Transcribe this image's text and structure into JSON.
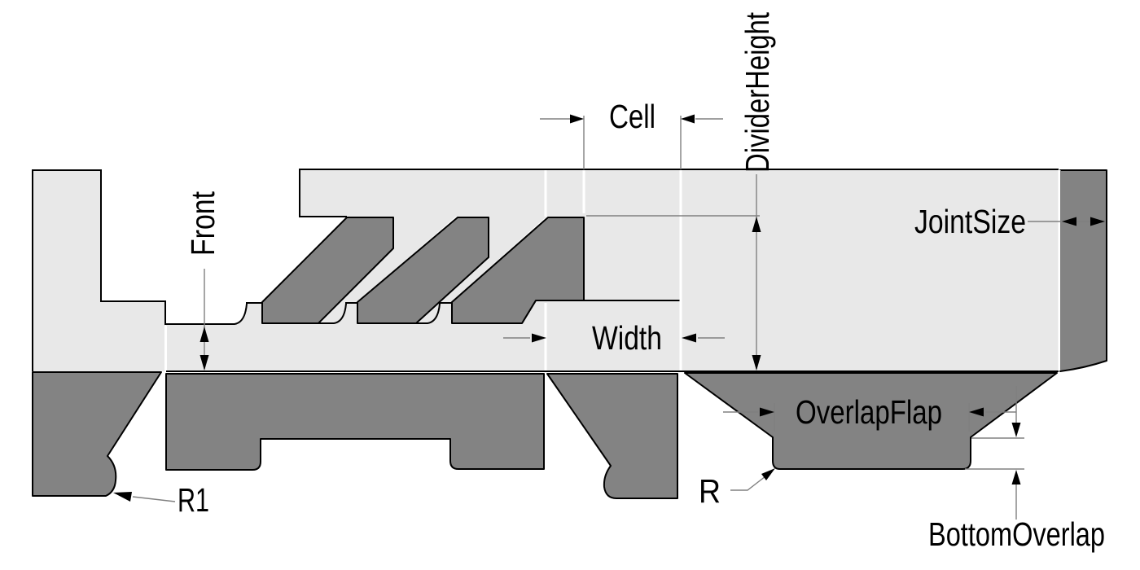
{
  "labels": {
    "cell": "Cell",
    "divider_height": "DividerHeight",
    "front": "Front",
    "width": "Width",
    "joint_size": "JointSize",
    "overlap_flap": "OverlapFlap",
    "r1": "R1",
    "r": "R",
    "bottom_overlap": "BottomOverlap"
  },
  "colors": {
    "panel_fill": "#e8e8e8",
    "flap_fill": "#838383",
    "outline": "#000000",
    "dim_line": "#808080",
    "crease": "#ffffff",
    "text": "#000000",
    "background": "#ffffff"
  },
  "annotations": [
    {
      "name": "cell",
      "label": "Cell",
      "kind": "linear-dimension",
      "orientation": "horizontal"
    },
    {
      "name": "divider-height",
      "label": "DividerHeight",
      "kind": "linear-dimension",
      "orientation": "vertical"
    },
    {
      "name": "front",
      "label": "Front",
      "kind": "linear-dimension",
      "orientation": "vertical"
    },
    {
      "name": "width",
      "label": "Width",
      "kind": "linear-dimension",
      "orientation": "horizontal"
    },
    {
      "name": "joint-size",
      "label": "JointSize",
      "kind": "linear-dimension",
      "orientation": "horizontal"
    },
    {
      "name": "overlap-flap",
      "label": "OverlapFlap",
      "kind": "linear-dimension",
      "orientation": "horizontal"
    },
    {
      "name": "r1",
      "label": "R1",
      "kind": "radius-leader",
      "orientation": "leader"
    },
    {
      "name": "r",
      "label": "R",
      "kind": "radius-leader",
      "orientation": "leader"
    },
    {
      "name": "bottom-overlap",
      "label": "BottomOverlap",
      "kind": "linear-dimension",
      "orientation": "vertical"
    }
  ]
}
